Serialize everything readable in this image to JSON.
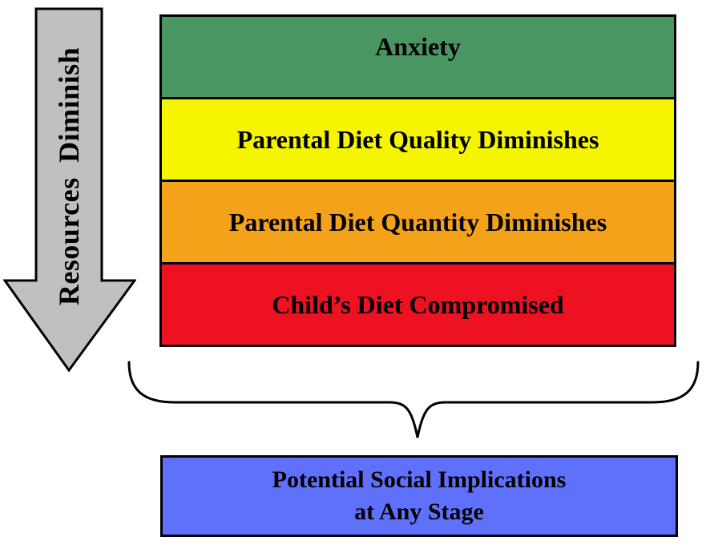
{
  "diagram": {
    "background": "#FFFFFF",
    "arrow": {
      "label": "Resources Diminish",
      "fill": "#C0C0C0",
      "stroke": "#000000"
    },
    "stages": [
      {
        "label": "Anxiety",
        "color": "#4A9662"
      },
      {
        "label": "Parental Diet Quality Diminishes",
        "color": "#F5F500"
      },
      {
        "label": "Parental Diet Quantity Diminishes",
        "color": "#F5A21B"
      },
      {
        "label": "Child’s Diet Compromised",
        "color": "#EE1122"
      }
    ],
    "brace": {
      "color": "#000000"
    },
    "outcome": {
      "line1": "Potential Social Implications",
      "line2": "at Any Stage",
      "color": "#5F70FA"
    }
  }
}
